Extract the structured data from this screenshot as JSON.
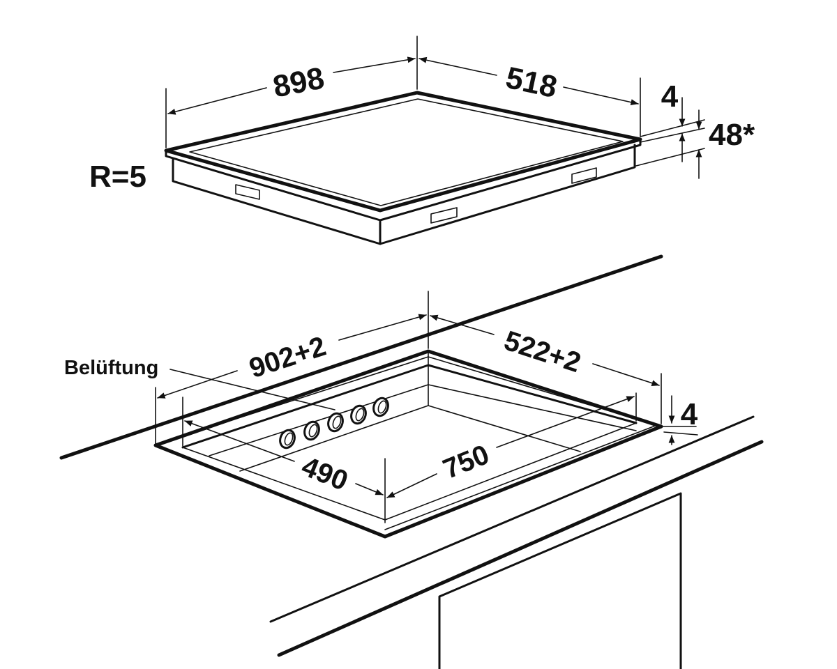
{
  "hob": {
    "width_label": "898",
    "depth_label": "518",
    "corner_radius_label": "R=5",
    "glass_thickness_label": "4",
    "total_height_label": "48*"
  },
  "cutout": {
    "width_label": "902+2",
    "depth_label": "522+2",
    "ventilation_label": "Belüftung",
    "inner_depth_label": "490",
    "inner_width_label": "750",
    "edge_label": "4"
  },
  "colors": {
    "line": "#111111",
    "background": "#ffffff"
  }
}
